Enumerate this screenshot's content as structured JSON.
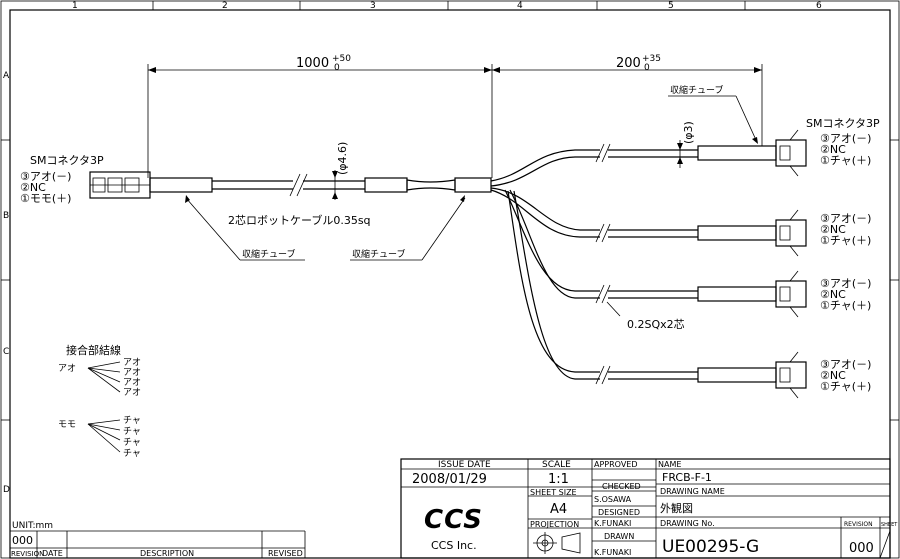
{
  "zones": {
    "columns": [
      "1",
      "2",
      "3",
      "4",
      "5",
      "6"
    ],
    "rows": [
      "A",
      "B",
      "C",
      "D"
    ]
  },
  "left_connector": {
    "name": "SMコネクタ3P",
    "pins": [
      "③アオ(－)",
      "②NC",
      "①モモ(＋)"
    ]
  },
  "right_connectors": [
    {
      "name": "SMコネクタ3P",
      "pins": [
        "③アオ(－)",
        "②NC",
        "①チャ(＋)"
      ]
    },
    {
      "name": "",
      "pins": [
        "③アオ(－)",
        "②NC",
        "①チャ(＋)"
      ]
    },
    {
      "name": "",
      "pins": [
        "③アオ(－)",
        "②NC",
        "①チャ(＋)"
      ]
    },
    {
      "name": "",
      "pins": [
        "③アオ(－)",
        "②NC",
        "①チャ(＋)"
      ]
    }
  ],
  "dimensions": {
    "main_length": "1000",
    "main_tol": "+50",
    "main_tol_lower": "0",
    "branch_length": "200",
    "branch_tol": "+35",
    "branch_tol_lower": "0",
    "main_dia": "(φ4.6)",
    "branch_dia": "(φ3)"
  },
  "labels": {
    "shrink_tube_1": "収縮チューブ",
    "shrink_tube_2": "収縮チューブ",
    "shrink_tube_top": "収縮チューブ",
    "cable": "2芯ロボットケーブル0.35sq",
    "branch_wire": "0.2SQx2芯"
  },
  "junction": {
    "title": "接合部結線",
    "groups": [
      {
        "from": "アオ",
        "to": [
          "アオ",
          "アオ",
          "アオ",
          "アオ"
        ]
      },
      {
        "from": "モモ",
        "to": [
          "チャ",
          "チャ",
          "チャ",
          "チャ"
        ]
      }
    ]
  },
  "title_block": {
    "unit": "UNIT:mm",
    "revision_head": [
      "REVISION",
      "DATE",
      "DESCRIPTION",
      "REVISED"
    ],
    "revision_value": "000",
    "issue_date_label": "ISSUE DATE",
    "issue_date": "2008/01/29",
    "scale_label": "SCALE",
    "scale": "1:1",
    "sheet_size_label": "SHEET SIZE",
    "sheet_size": "A4",
    "projection_label": "PROJECTION",
    "approved_label": "APPROVED",
    "checked_label": "CHECKED",
    "checked": "S.OSAWA",
    "designed_label": "DESIGNED",
    "designed": "K.FUNAKI",
    "drawn_label": "DRAWN",
    "drawn": "K.FUNAKI",
    "name_label": "NAME",
    "name": "FRCB-F-1",
    "drawing_name_label": "DRAWING NAME",
    "drawing_name": "外観図",
    "drawing_no_label": "DRAWING No.",
    "drawing_no": "UE00295-G",
    "revision_label": "REVISION",
    "sheet_label": "SHEET",
    "revision_no": "000",
    "company": "CCS Inc.",
    "logo_text": "CCS"
  }
}
